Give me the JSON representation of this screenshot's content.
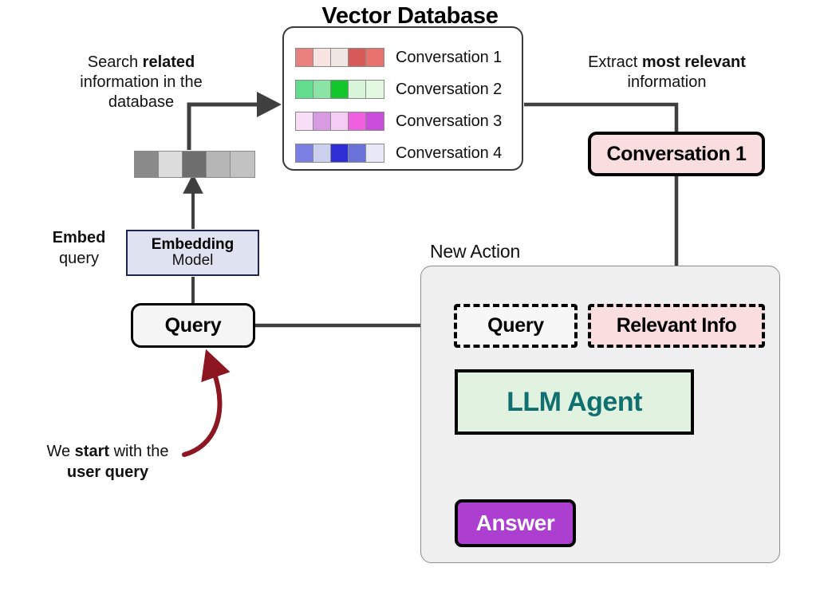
{
  "diagram": {
    "title": "Vector Database",
    "annotations": {
      "search": {
        "pre": "Search ",
        "em": "related",
        "post": " information in the database"
      },
      "extract": {
        "pre": "Extract ",
        "em": "most relevant",
        "post": " information"
      },
      "embed": {
        "em": "Embed",
        "post": "query"
      },
      "start": {
        "pre": "We ",
        "em": "start",
        "mid": " with the ",
        "em2": "user query"
      }
    },
    "vector_database": {
      "rows": [
        {
          "label": "Conversation 1",
          "colors": [
            "#e8817e",
            "#f6e3e2",
            "#efe6e3",
            "#d85a58",
            "#e8716e"
          ]
        },
        {
          "label": "Conversation 2",
          "colors": [
            "#63dd8e",
            "#8ce3a6",
            "#14c62e",
            "#d8f4d9",
            "#e4f8e2"
          ]
        },
        {
          "label": "Conversation 3",
          "colors": [
            "#f8ddf6",
            "#d99ae4",
            "#f5ccf3",
            "#ef5fe0",
            "#cb4ddc"
          ]
        },
        {
          "label": "Conversation 4",
          "colors": [
            "#7b7fe0",
            "#ccd0ef",
            "#2f2fd8",
            "#6a73d8",
            "#e7e9f6"
          ]
        }
      ]
    },
    "query_vector": {
      "colors": [
        "#8a8a8a",
        "#dcdcdc",
        "#6e6e6e",
        "#b6b6b6",
        "#c2c2c2"
      ]
    },
    "nodes": {
      "embedding_model": {
        "line1": "Embedding",
        "line2": "Model"
      },
      "query": "Query",
      "conversation_retrieved": "Conversation 1",
      "new_action_label": "New Action",
      "new_action_query": "Query",
      "relevant_info": "Relevant Info",
      "llm_agent": "LLM Agent",
      "answer": "Answer"
    },
    "colors": {
      "embedding_bg": "#dfe2f0",
      "embedding_border": "#20264b",
      "pink_bg": "#fadedf",
      "llm_bg": "#e2f2e1",
      "llm_text": "#10706f",
      "answer_bg": "#ac3fd0",
      "panel_bg": "#efefef",
      "wire": "#3f3f3f",
      "curved_arrow": "#8c1622"
    }
  }
}
